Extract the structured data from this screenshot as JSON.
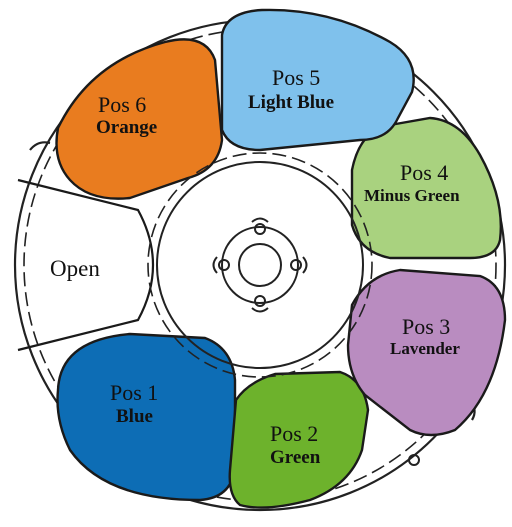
{
  "wheel": {
    "open_label": "Open",
    "slots": [
      {
        "pos": "Pos 1",
        "name": "Blue",
        "color": "#0d6db5"
      },
      {
        "pos": "Pos 2",
        "name": "Green",
        "color": "#6db22c"
      },
      {
        "pos": "Pos 3",
        "name": "Lavender",
        "color": "#b98cc0"
      },
      {
        "pos": "Pos 4",
        "name": "Minus Green",
        "color": "#a9d27f"
      },
      {
        "pos": "Pos 5",
        "name": "Light Blue",
        "color": "#7fc1ec"
      },
      {
        "pos": "Pos 6",
        "name": "Orange",
        "color": "#e97c1f"
      }
    ]
  }
}
